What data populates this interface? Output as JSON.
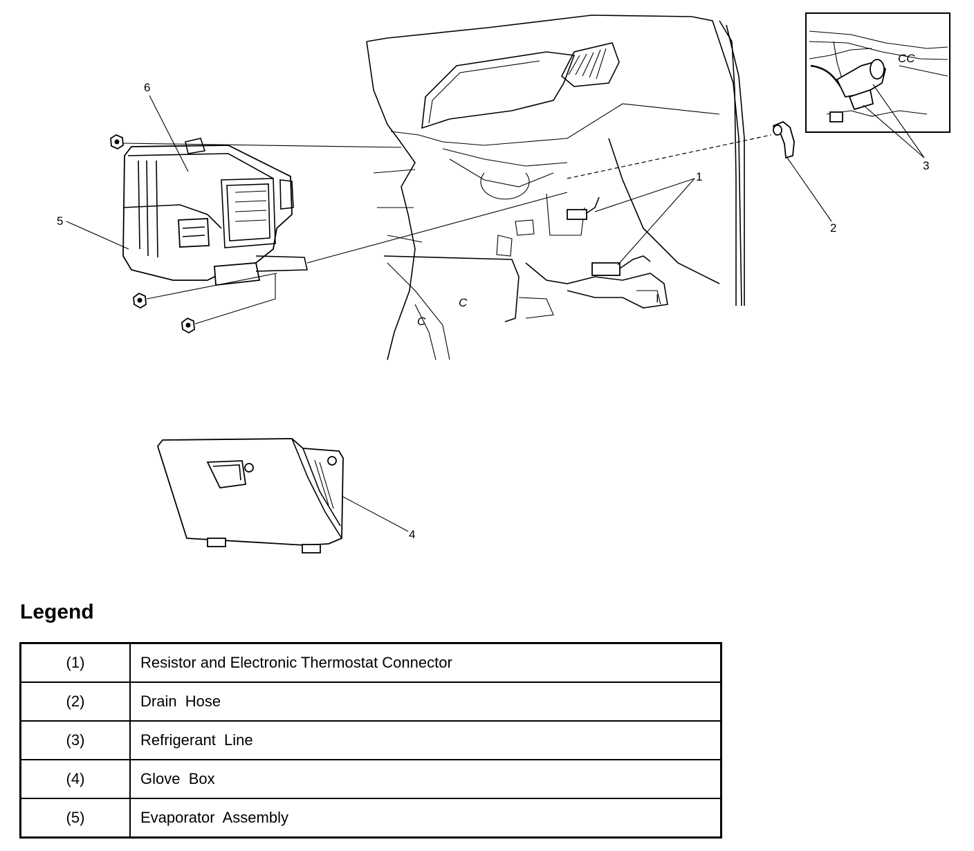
{
  "diagram": {
    "callouts": [
      "1",
      "2",
      "3",
      "4",
      "5",
      "6"
    ],
    "panel_letters": [
      "C",
      "C",
      "I"
    ]
  },
  "legend": {
    "title": "Legend",
    "rows": [
      {
        "num": "(1)",
        "desc": "Resistor and Electronic Thermostat Connector"
      },
      {
        "num": "(2)",
        "desc": "Drain  Hose"
      },
      {
        "num": "(3)",
        "desc": "Refrigerant  Line"
      },
      {
        "num": "(4)",
        "desc": "Glove  Box"
      },
      {
        "num": "(5)",
        "desc": "Evaporator  Assembly"
      }
    ]
  }
}
